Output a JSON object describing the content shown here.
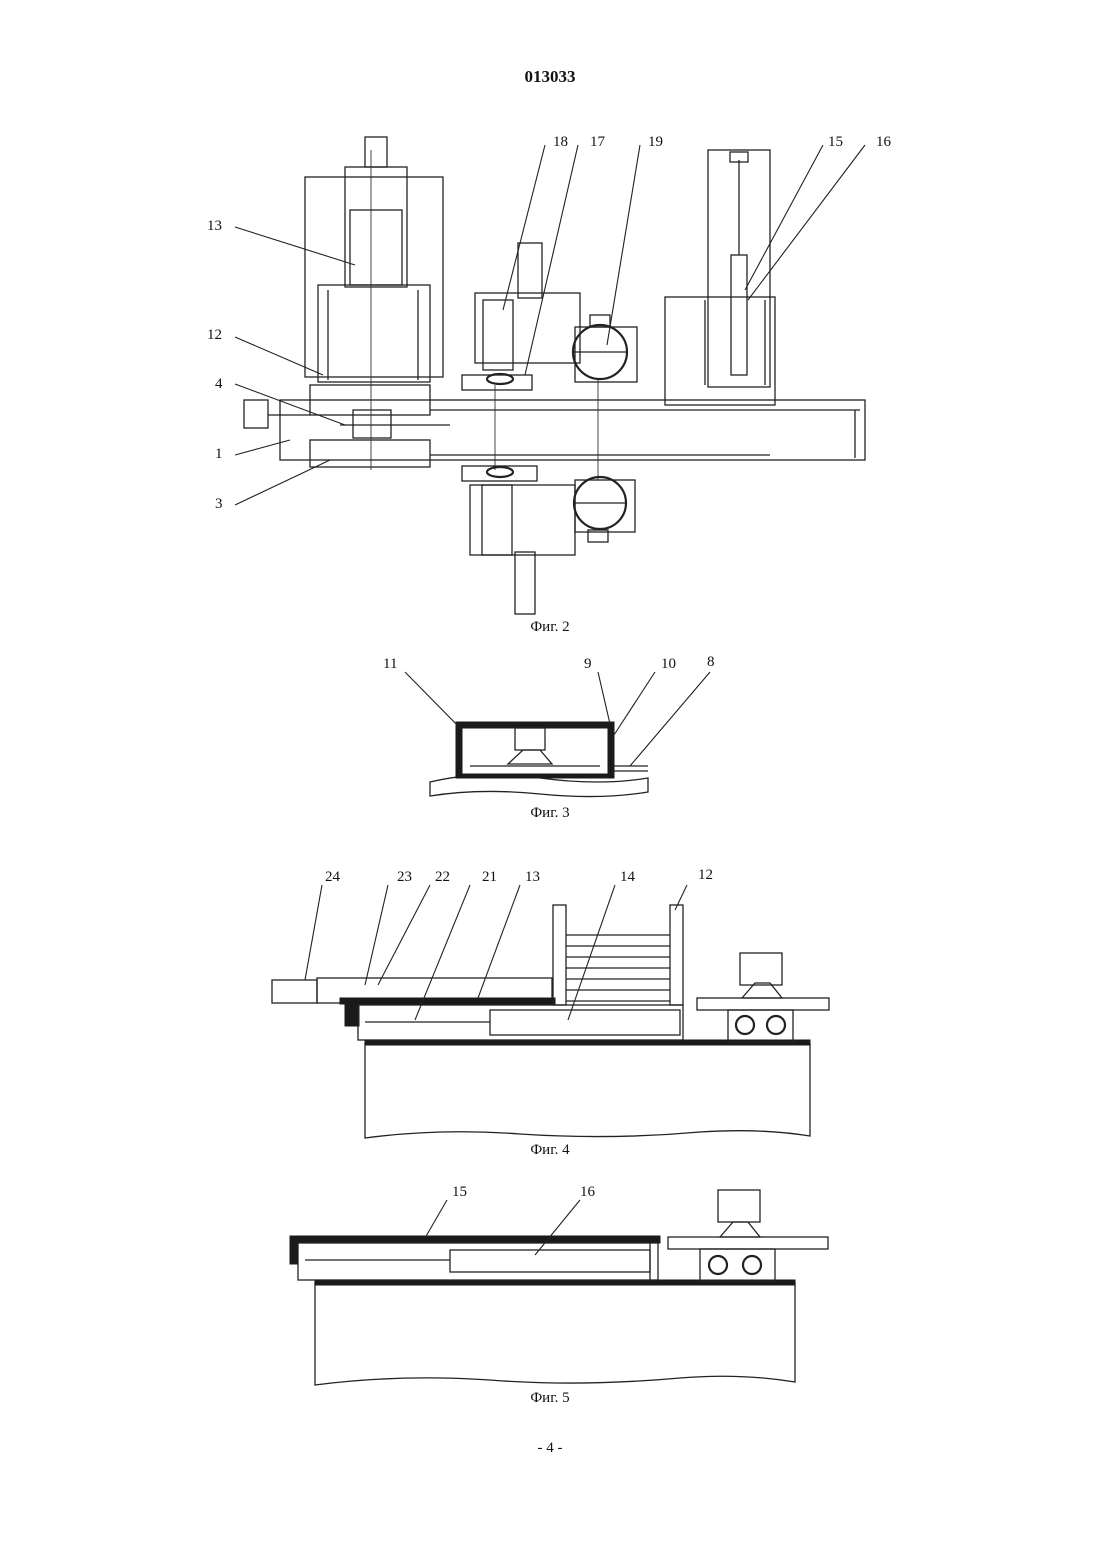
{
  "document": {
    "number": "013033",
    "page": "- 4 -"
  },
  "figures": [
    {
      "id": "fig2",
      "caption": "Фиг. 2",
      "labels": [
        "18",
        "17",
        "19",
        "15",
        "16",
        "13",
        "12",
        "4",
        "1",
        "3"
      ]
    },
    {
      "id": "fig3",
      "caption": "Фиг. 3",
      "labels": [
        "11",
        "9",
        "10",
        "8"
      ]
    },
    {
      "id": "fig4",
      "caption": "Фиг. 4",
      "labels": [
        "24",
        "23",
        "22",
        "21",
        "13",
        "14",
        "12"
      ]
    },
    {
      "id": "fig5",
      "caption": "Фиг. 5",
      "labels": [
        "15",
        "16"
      ]
    }
  ]
}
